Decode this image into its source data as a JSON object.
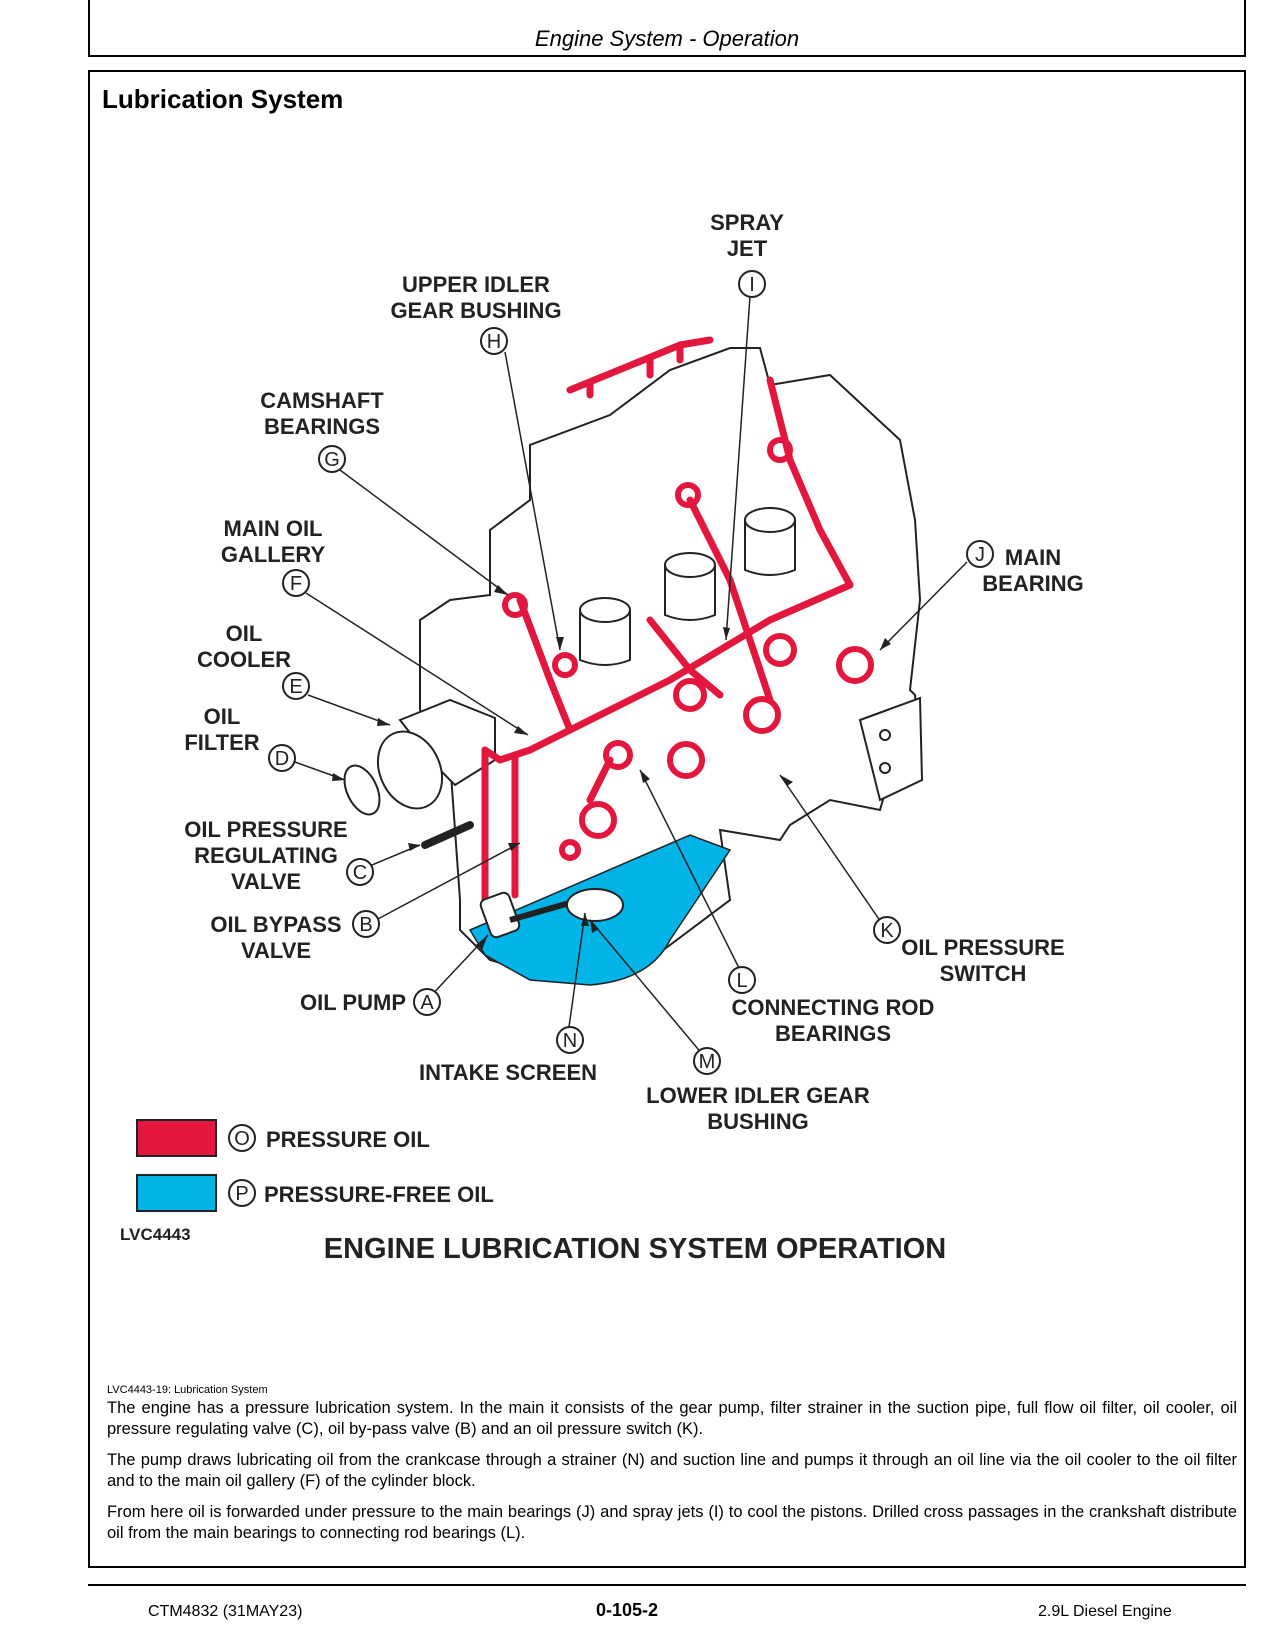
{
  "header": {
    "title": "Engine System - Operation"
  },
  "section": {
    "title": "Lubrication System"
  },
  "diagram": {
    "callouts": [
      {
        "letter": "A",
        "label": "OIL PUMP"
      },
      {
        "letter": "B",
        "label": "OIL BYPASS\nVALVE"
      },
      {
        "letter": "C",
        "label": "OIL PRESSURE\nREGULATING\nVALVE"
      },
      {
        "letter": "D",
        "label": "OIL\nFILTER"
      },
      {
        "letter": "E",
        "label": "OIL\nCOOLER"
      },
      {
        "letter": "F",
        "label": "MAIN OIL\nGALLERY"
      },
      {
        "letter": "G",
        "label": "CAMSHAFT\nBEARINGS"
      },
      {
        "letter": "H",
        "label": "UPPER IDLER\nGEAR BUSHING"
      },
      {
        "letter": "I",
        "label": "SPRAY\nJET"
      },
      {
        "letter": "J",
        "label": "MAIN\nBEARING"
      },
      {
        "letter": "K",
        "label": "OIL PRESSURE\nSWITCH"
      },
      {
        "letter": "L",
        "label": "CONNECTING ROD\nBEARINGS"
      },
      {
        "letter": "M",
        "label": "LOWER IDLER GEAR\nBUSHING"
      },
      {
        "letter": "N",
        "label": "INTAKE SCREEN"
      }
    ],
    "legend": [
      {
        "letter": "O",
        "label": "PRESSURE OIL",
        "color": "#e3173e"
      },
      {
        "letter": "P",
        "label": "PRESSURE-FREE OIL",
        "color": "#00b4e8"
      }
    ],
    "code": "LVC4443",
    "title": "ENGINE LUBRICATION SYSTEM OPERATION",
    "caption": "LVC4443-19: Lubrication System"
  },
  "body": {
    "paragraphs": [
      "The engine has a pressure lubrication system. In the main it consists of the gear pump, filter strainer in the suction pipe, full flow oil filter, oil cooler, oil pressure regulating valve (C), oil by-pass valve (B) and an oil pressure switch (K).",
      "The pump draws lubricating oil from the crankcase through a strainer (N) and suction line and pumps it through an oil line via the oil cooler to the oil filter and to the main oil gallery (F) of the cylinder block.",
      "From here oil is forwarded under pressure to the main bearings (J) and spray jets (I) to cool the pistons. Drilled cross passages in the crankshaft distribute oil from the main bearings to connecting rod bearings (L)."
    ]
  },
  "footer": {
    "left": "CTM4832 (31MAY23)",
    "center": "0-105-2",
    "right": "2.9L Diesel Engine"
  }
}
